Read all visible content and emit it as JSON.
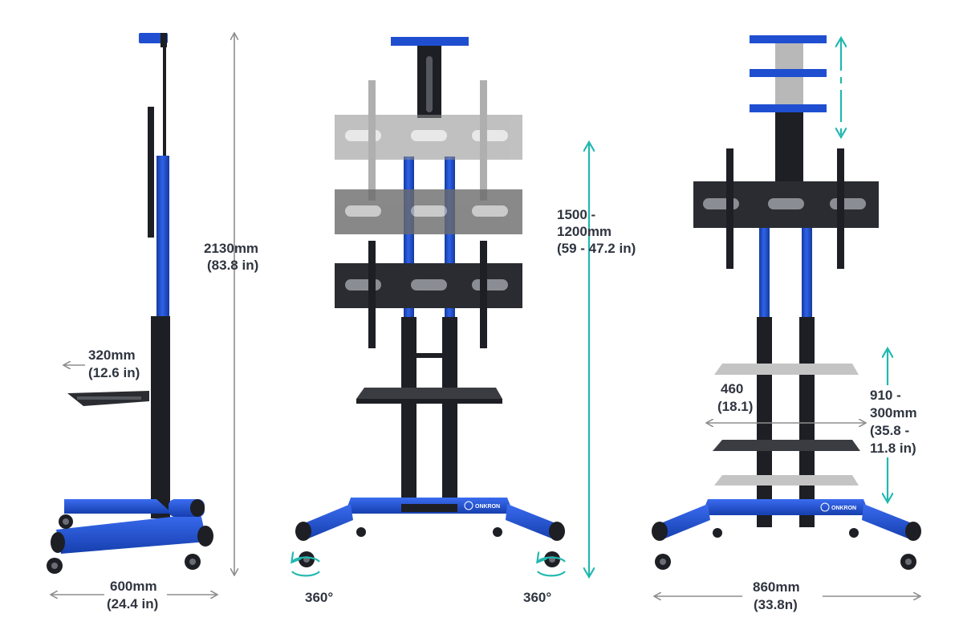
{
  "colors": {
    "blue": "#1f4fd0",
    "blue_dark": "#143a9e",
    "black": "#1d1f24",
    "gray": "#a8a8a8",
    "teal": "#22b8b0",
    "dim_gray": "#8e8e8e",
    "text": "#2f3540"
  },
  "brand": "ONKRON",
  "side_view": {
    "height_line1": "2130mm",
    "height_line2": "(83.8 in)",
    "depth_line1": "320mm",
    "depth_line2": "(12.6 in)",
    "base_line1": "600mm",
    "base_line2": "(24.4 in)"
  },
  "front_view": {
    "range_line1": "1500 -",
    "range_line2": "1200mm",
    "range_line3": "(59 - 47.2 in)",
    "rotation_left": "360°",
    "rotation_right": "360°"
  },
  "right_view": {
    "shelf_width_line1": "460",
    "shelf_width_line2": "(18.1)",
    "shelf_range_line1": "910 -",
    "shelf_range_line2": "300mm",
    "shelf_range_line3": "(35.8 -",
    "shelf_range_line4": "11.8 in)",
    "base_line1": "860mm",
    "base_line2": "(33.8n)"
  }
}
